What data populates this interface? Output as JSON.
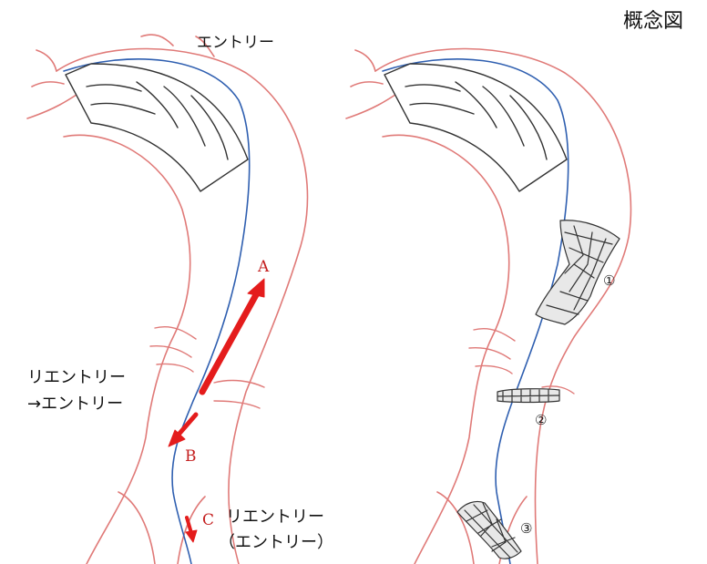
{
  "title": "概念図",
  "left_panel": {
    "entry_label": "エントリー",
    "reentry_to_entry_line1": "リエントリー",
    "reentry_to_entry_line2": "→エントリー",
    "reentry_c_line1": "リエントリー",
    "reentry_c_line2": "（エントリー）",
    "arrow_a": "A",
    "arrow_b": "B",
    "arrow_c": "C"
  },
  "right_panel": {
    "marker_1": "①",
    "marker_2": "②",
    "marker_3": "③"
  },
  "colors": {
    "aorta_wall": "#e07a78",
    "intimal_flap": "#2f5fb0",
    "flow_arrow": "#e41c1c",
    "stent": "#333333"
  }
}
